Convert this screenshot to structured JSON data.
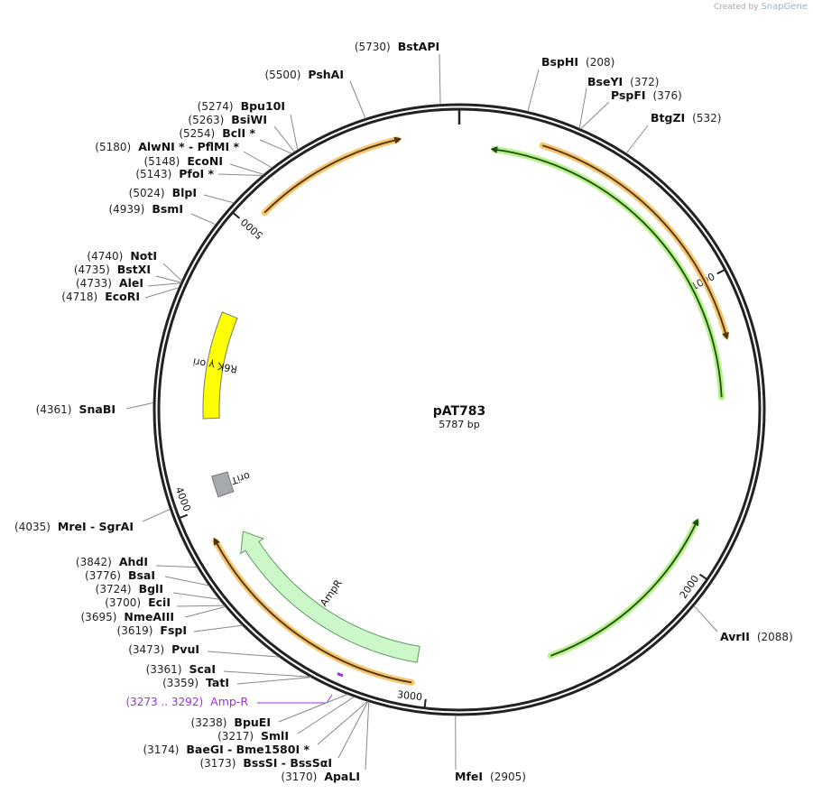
{
  "plasmid": {
    "name": "pAT783",
    "length_label": "5787 bp",
    "length": 5787
  },
  "watermark": {
    "prefix": "Created by",
    "brand": "SnapGene"
  },
  "ticks": [
    {
      "pos": 1000,
      "label": "1000"
    },
    {
      "pos": 2000,
      "label": "2000"
    },
    {
      "pos": 3000,
      "label": "3000"
    },
    {
      "pos": 4000,
      "label": "4000"
    },
    {
      "pos": 5000,
      "label": "5000"
    }
  ],
  "features": [
    {
      "label": "",
      "type": "orange",
      "start": 281,
      "end": 1198,
      "direction": "forward",
      "color": "#f7c46c"
    },
    {
      "label": "",
      "type": "green",
      "start": 124,
      "end": 1403,
      "direction": "reverse",
      "color": "#b6f08a"
    },
    {
      "label": "",
      "type": "green",
      "start": 1855,
      "end": 2566,
      "direction": "reverse",
      "color": "#b6f08a"
    },
    {
      "label": "",
      "type": "orange",
      "start": 3053,
      "end": 3884,
      "direction": "forward",
      "color": "#f7c46c"
    },
    {
      "label": "",
      "type": "orange",
      "start": 5069,
      "end": 5580,
      "direction": "forward",
      "color": "#f7c46c"
    },
    {
      "label": "AmpR",
      "type": "cds",
      "start": 3046,
      "end": 3868,
      "direction": "forward",
      "color": "#ccf7c8"
    },
    {
      "label": "R6K γ ori",
      "type": "ori",
      "start": 4308,
      "end": 4700,
      "direction": "none",
      "color": "#ffff00"
    },
    {
      "label": "oriT",
      "type": "oriT",
      "start": 4020,
      "end": 4098,
      "direction": "none",
      "color": "#a6a9ad"
    }
  ],
  "sites": [
    {
      "pos": "(5730)",
      "name": "BstAPI",
      "site": 5730
    },
    {
      "pos": "(5500)",
      "name": "PshAI",
      "site": 5500
    },
    {
      "pos": "(5274)",
      "name": "Bpu10I",
      "site": 5274
    },
    {
      "pos": "(5263)",
      "name": "BsiWI",
      "site": 5263
    },
    {
      "pos": "(5254)",
      "name": "BclI *",
      "site": 5254
    },
    {
      "pos": "(5180)",
      "name": "AlwNI *  - PflMI *",
      "site": 5180
    },
    {
      "pos": "(5148)",
      "name": "EcoNI",
      "site": 5148
    },
    {
      "pos": "(5143)",
      "name": "PfoI *",
      "site": 5143
    },
    {
      "pos": "(5024)",
      "name": "BlpI",
      "site": 5024
    },
    {
      "pos": "(4939)",
      "name": "BsmI",
      "site": 4939
    },
    {
      "pos": "(4740)",
      "name": "NotI",
      "site": 4740
    },
    {
      "pos": "(4735)",
      "name": "BstXI",
      "site": 4735
    },
    {
      "pos": "(4733)",
      "name": "AleI",
      "site": 4733
    },
    {
      "pos": "(4718)",
      "name": "EcoRI",
      "site": 4718
    },
    {
      "pos": "(4361)",
      "name": "SnaBI",
      "site": 4361
    },
    {
      "pos": "(4035)",
      "name": "MreI  - SgrAI",
      "site": 4035
    },
    {
      "pos": "(3842)",
      "name": "AhdI",
      "site": 3842
    },
    {
      "pos": "(3776)",
      "name": "BsaI",
      "site": 3776
    },
    {
      "pos": "(3724)",
      "name": "BglI",
      "site": 3724
    },
    {
      "pos": "(3700)",
      "name": "EciI",
      "site": 3700
    },
    {
      "pos": "(3695)",
      "name": "NmeAIII",
      "site": 3695
    },
    {
      "pos": "(3619)",
      "name": "FspI",
      "site": 3619
    },
    {
      "pos": "(3473)",
      "name": "PvuI",
      "site": 3473
    },
    {
      "pos": "(3361)",
      "name": "ScaI",
      "site": 3361
    },
    {
      "pos": "(3359)",
      "name": "TatI",
      "site": 3359
    },
    {
      "pos": "(3273 .. 3292)",
      "name": "Amp-R",
      "site": 3282,
      "kind": "primer",
      "color": "#9b30e0"
    },
    {
      "pos": "(3238)",
      "name": "BpuEI",
      "site": 3238
    },
    {
      "pos": "(3217)",
      "name": "SmlI",
      "site": 3217
    },
    {
      "pos": "(3174)",
      "name": "BaeGI  - Bme1580I *",
      "site": 3174
    },
    {
      "pos": "(3173)",
      "name": "BssSI  - BssSαI",
      "site": 3173
    },
    {
      "pos": "(3170)",
      "name": "ApaLI",
      "site": 3170
    },
    {
      "pos": "(2905)",
      "name": "MfeI",
      "site": 2905
    },
    {
      "pos": "(2088)",
      "name": "AvrII",
      "site": 2088
    },
    {
      "pos": "(532)",
      "name": "BtgZI",
      "site": 532
    },
    {
      "pos": "(376)",
      "name": "PspFI",
      "site": 376
    },
    {
      "pos": "(372)",
      "name": "BseYI",
      "site": 372
    },
    {
      "pos": "(208)",
      "name": "BspHI",
      "site": 208
    }
  ]
}
